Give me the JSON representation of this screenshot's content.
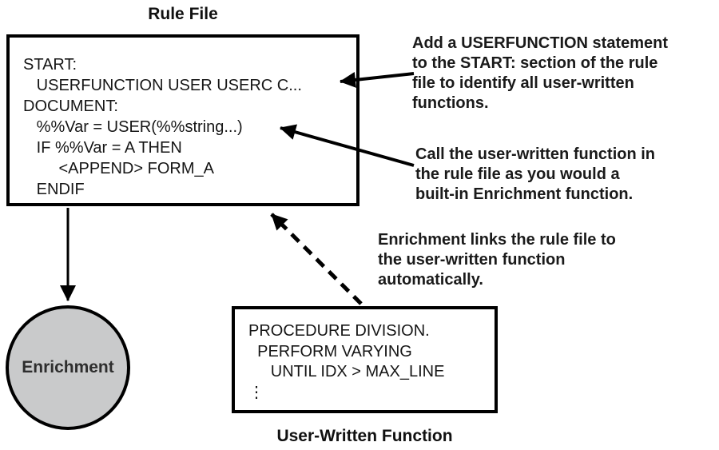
{
  "diagram": {
    "rule_file": {
      "title": "Rule File",
      "code": [
        "START:",
        "   USERFUNCTION USER USERC C...",
        "DOCUMENT:",
        "   %%Var = USER(%%string...)",
        "   IF %%Var = A THEN",
        "        <APPEND> FORM_A",
        "   ENDIF"
      ]
    },
    "annotations": {
      "add_userfunction": [
        "Add a USERFUNCTION statement",
        "to the START: section of the rule",
        "file to identify all user-written",
        "functions."
      ],
      "call_function": [
        "Call the user-written function in",
        "the rule file as you would a",
        "built-in Enrichment function."
      ],
      "links_automatically": [
        "Enrichment links the rule file to",
        "the user-written function",
        "automatically."
      ]
    },
    "enrichment": {
      "label": "Enrichment"
    },
    "user_function": {
      "code": [
        "PROCEDURE DIVISION.",
        "  PERFORM VARYING",
        "     UNTIL IDX > MAX_LINE",
        "⋮"
      ],
      "caption": "User-Written Function"
    },
    "colors": {
      "ink": "#000000",
      "enrichment_circle_fill": "#c9cacb"
    }
  }
}
